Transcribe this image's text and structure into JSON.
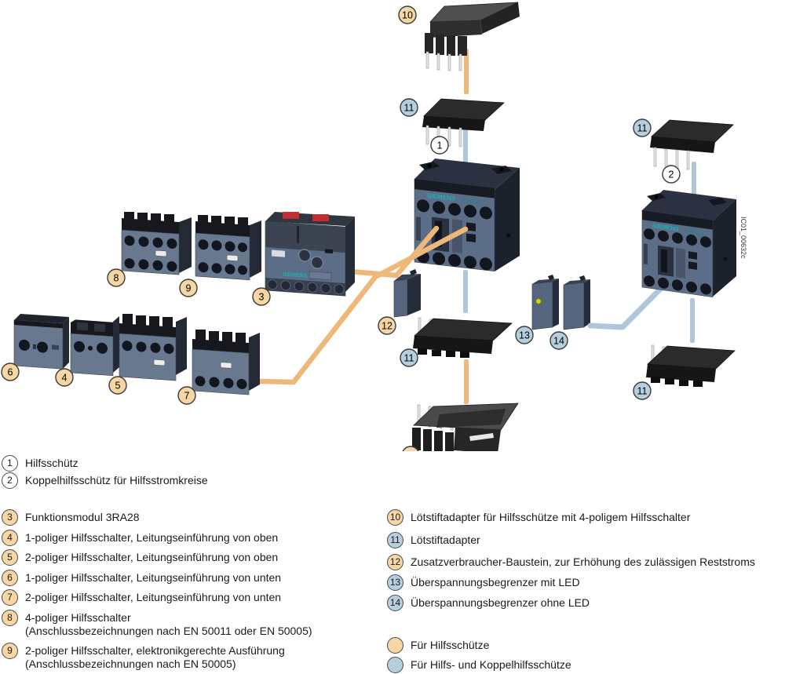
{
  "figure": {
    "id_label": "IC01_00632c"
  },
  "brand": {
    "name": "SIEMENS",
    "series": "SIRIUS"
  },
  "colors": {
    "tan_marker": "#f5d6a4",
    "blue_marker": "#b6cfdf",
    "tan_line": "#edb878",
    "blue_line": "#aec8da",
    "teal": "#18b3b3"
  },
  "callouts": {
    "c1": "1",
    "c2": "2",
    "c3": "3",
    "c4": "4",
    "c5": "5",
    "c6": "6",
    "c7": "7",
    "c8": "8",
    "c9": "9",
    "c10": "10",
    "c11": "11",
    "c12": "12",
    "c13": "13",
    "c14": "14"
  },
  "legend_left": [
    {
      "num": "1",
      "type": "plain",
      "text": "Hilfsschütz"
    },
    {
      "num": "2",
      "type": "plain",
      "text": "Koppelhilfsschütz für Hilfsstromkreise"
    },
    {
      "num": "3",
      "type": "tan",
      "text": "Funktionsmodul 3RA28"
    },
    {
      "num": "4",
      "type": "tan",
      "text": "1-poliger Hilfsschalter, Leitungseinführung von oben"
    },
    {
      "num": "5",
      "type": "tan",
      "text": "2-poliger Hilfsschalter, Leitungseinführung von oben"
    },
    {
      "num": "6",
      "type": "tan",
      "text": "1-poliger Hilfsschalter, Leitungseinführung von unten"
    },
    {
      "num": "7",
      "type": "tan",
      "text": "2-poliger Hilfsschalter, Leitungseinführung von unten"
    },
    {
      "num": "8",
      "type": "tan",
      "text": "4-poliger Hilfsschalter",
      "text2": "(Anschlussbezeichnungen nach EN 50011 oder EN 50005)"
    },
    {
      "num": "9",
      "type": "tan",
      "text": "2-poliger Hilfsschalter, elektronikgerechte Ausführung",
      "text2": "(Anschlussbezeichnungen nach EN 50005)"
    }
  ],
  "legend_right": [
    {
      "num": "10",
      "type": "tan",
      "text": "Lötstiftadapter für Hilfsschütze mit 4-poligem Hilfsschalter"
    },
    {
      "num": "11",
      "type": "blue",
      "text": "Lötstiftadapter"
    },
    {
      "num": "12",
      "type": "tan",
      "text": "Zusatzverbraucher-Baustein, zur Erhöhung des zulässigen Reststroms"
    },
    {
      "num": "13",
      "type": "blue",
      "text": "Überspannungsbegrenzer mit LED"
    },
    {
      "num": "14",
      "type": "blue",
      "text": "Überspannungsbegrenzer ohne LED"
    }
  ],
  "color_key": [
    {
      "type": "tan",
      "text": "Für Hilfsschütze"
    },
    {
      "type": "blue",
      "text": "Für Hilfs- und Koppelhilfsschütze"
    }
  ]
}
